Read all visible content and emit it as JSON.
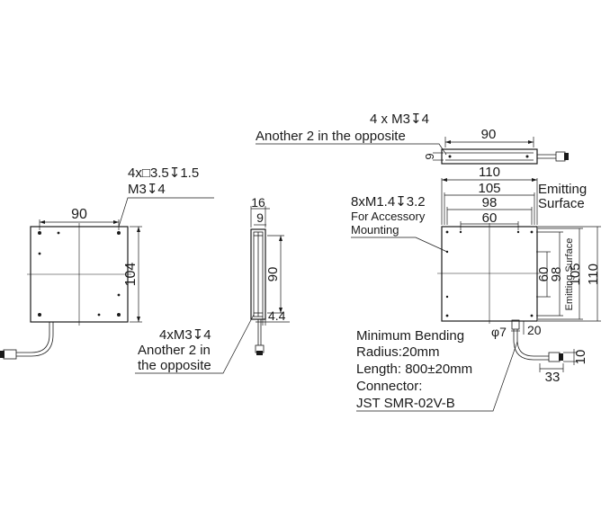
{
  "front_view": {
    "width_dim": "90",
    "height_dim": "104",
    "hole_callout_line1": "4x□3.5↧1.5",
    "hole_callout_line2": "M3↧4"
  },
  "side_view": {
    "depth_total": "16",
    "depth_inner": "9",
    "length_dim": "90",
    "offset_dim": "4.4",
    "callout_line1": "4xM3↧4",
    "callout_line2": "Another 2 in",
    "callout_line3": "the opposite"
  },
  "top_view": {
    "callout_line1": "4 x M3↧4",
    "callout_line2": "Another 2 in the opposite",
    "length_dim": "90",
    "height_dim": "9"
  },
  "right_view": {
    "outer_width": "110",
    "width_105": "105",
    "width_98": "98",
    "width_60": "60",
    "emitting_label_line1": "Emitting",
    "emitting_label_line2": "Surface",
    "mounting_callout_line1": "8xM1.4↧3.2",
    "mounting_callout_line2": "For Accessory",
    "mounting_callout_line3": "Mounting",
    "vert_60": "60",
    "vert_98": "98",
    "emitting_vertical_label": "Emitting Surface",
    "vert_105": "105",
    "vert_110": "110",
    "cable_dia": "φ7",
    "cable_offset": "20",
    "connector_len": "33",
    "connector_h": "10"
  },
  "notes": {
    "line1": "Minimum Bending",
    "line2": "Radius:20mm",
    "line3": "Length: 800±20mm",
    "line4": "Connector:",
    "line5": "JST SMR-02V-B"
  }
}
